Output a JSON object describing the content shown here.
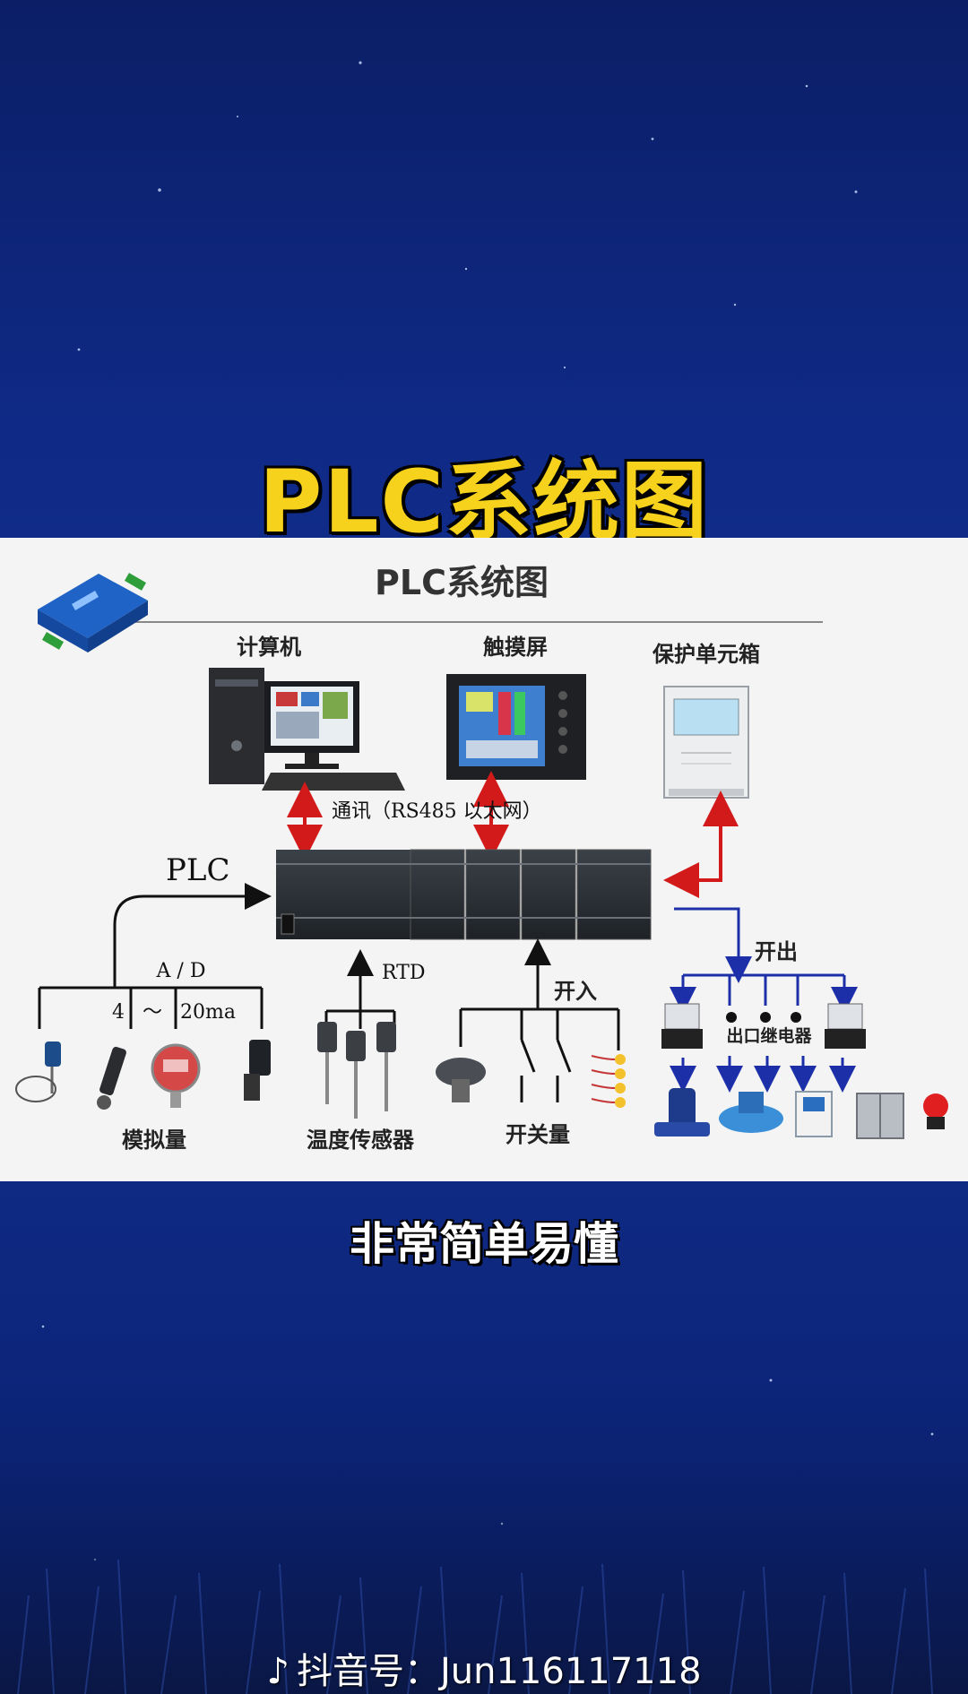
{
  "headline": "PLC系统图",
  "caption": "非常简单易懂",
  "watermark": {
    "icon": "douyin-icon",
    "text": "抖音号：Jun116117118"
  },
  "diagram": {
    "title": "PLC系统图",
    "labels": {
      "computer": "计算机",
      "touchscreen": "触摸屏",
      "protection_box": "保护单元箱",
      "comm": "通讯（RS485 以太网）",
      "plc": "PLC",
      "ad": "A / D",
      "range_low": "4",
      "range_tilde": "～",
      "range_high": "20ma",
      "rtd": "RTD",
      "switch_in": "开入",
      "switch_out": "开出",
      "relay": "出口继电器",
      "analog": "模拟量",
      "temp_sensor": "温度传感器",
      "switch_qty": "开关量"
    }
  },
  "colors": {
    "headline": "#f7d21c",
    "arrow_red": "#d21a1a",
    "arrow_blue": "#1c2fa8",
    "line_black": "#111111",
    "panel_bg": "#f4f4f4"
  }
}
